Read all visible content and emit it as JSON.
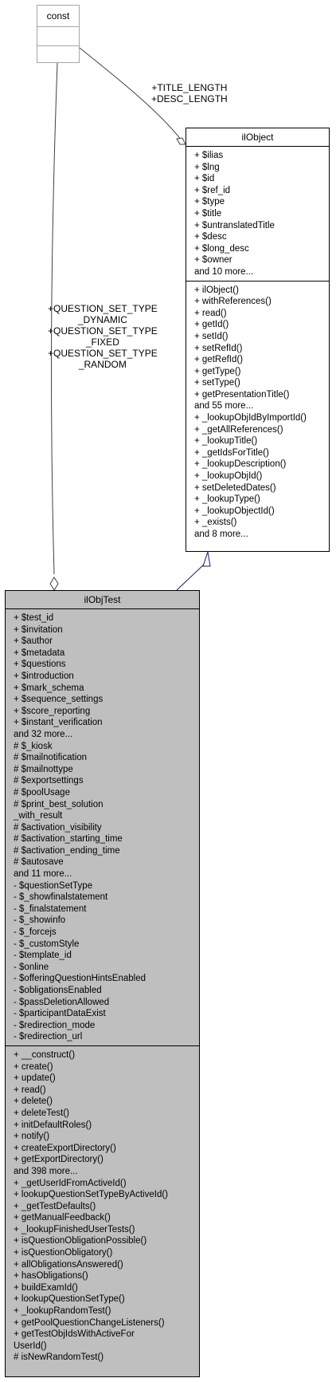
{
  "const_class": {
    "name": "const"
  },
  "ilobject_class": {
    "name": "ilObject",
    "attributes": [
      "+ $ilias",
      "+ $lng",
      "+ $id",
      "+ $ref_id",
      "+ $type",
      "+ $title",
      "+ $untranslatedTitle",
      "+ $desc",
      "+ $long_desc",
      "+ $owner",
      "and 10 more..."
    ],
    "methods": [
      "+ ilObject()",
      "+ withReferences()",
      "+ read()",
      "+ getId()",
      "+ setId()",
      "+ setRefId()",
      "+ getRefId()",
      "+ getType()",
      "+ setType()",
      "+ getPresentationTitle()",
      "and 55 more...",
      "+ _lookupObjIdByImportId()",
      "+ _getAllReferences()",
      "+ _lookupTitle()",
      "+ _getIdsForTitle()",
      "+ _lookupDescription()",
      "+ _lookupObjId()",
      "+ setDeletedDates()",
      "+ _lookupType()",
      "+ _lookupObjectId()",
      "+ _exists()",
      "and 8 more..."
    ]
  },
  "ilobjtest_class": {
    "name": "ilObjTest",
    "attributes": [
      "+ $test_id",
      "+ $invitation",
      "+ $author",
      "+ $metadata",
      "+ $questions",
      "+ $introduction",
      "+ $mark_schema",
      "+ $sequence_settings",
      "+ $score_reporting",
      "+ $instant_verification",
      "and 32 more...",
      "# $_kiosk",
      "# $mailnotification",
      "# $mailnottype",
      "# $exportsettings",
      "# $poolUsage",
      "# $print_best_solution",
      "_with_result",
      "# $activation_visibility",
      "# $activation_starting_time",
      "# $activation_ending_time",
      "# $autosave",
      "and 11 more...",
      "- $questionSetType",
      "- $_showfinalstatement",
      "- $_finalstatement",
      "- $_showinfo",
      "- $_forcejs",
      "- $_customStyle",
      "- $template_id",
      "- $online",
      "- $offeringQuestionHintsEnabled",
      "- $obligationsEnabled",
      "- $passDeletionAllowed",
      "- $participantDataExist",
      "- $redirection_mode",
      "- $redirection_url"
    ],
    "methods": [
      "+ __construct()",
      "+ create()",
      "+ update()",
      "+ read()",
      "+ delete()",
      "+ deleteTest()",
      "+ initDefaultRoles()",
      "+ notify()",
      "+ createExportDirectory()",
      "+ getExportDirectory()",
      "and 398 more...",
      "+ _getUserIdFromActiveId()",
      "+ lookupQuestionSetTypeByActiveId()",
      "+ _getTestDefaults()",
      "+ getManualFeedback()",
      "+ _lookupFinishedUserTests()",
      "+ isQuestionObligationPossible()",
      "+ isQuestionObligatory()",
      "+ allObligationsAnswered()",
      "+ hasObligations()",
      "+ buildExamId()",
      "+ lookupQuestionSetType()",
      "+ _lookupRandomTest()",
      "+ getPoolQuestionChangeListeners()",
      "+ getTestObjIdsWithActiveFor",
      "UserId()",
      "# isNewRandomTest()"
    ]
  },
  "edges": {
    "const_to_ilobject": "+TITLE_LENGTH\n+DESC_LENGTH",
    "const_to_ilobjtest": "+QUESTION_SET_TYPE\n_DYNAMIC\n+QUESTION_SET_TYPE\n_FIXED\n+QUESTION_SET_TYPE\n_RANDOM"
  },
  "colors": {
    "ilobjtest_fill": "#bfbfbf",
    "const_border": "#a6a6a6",
    "inheritance_arrow": "#191970"
  }
}
